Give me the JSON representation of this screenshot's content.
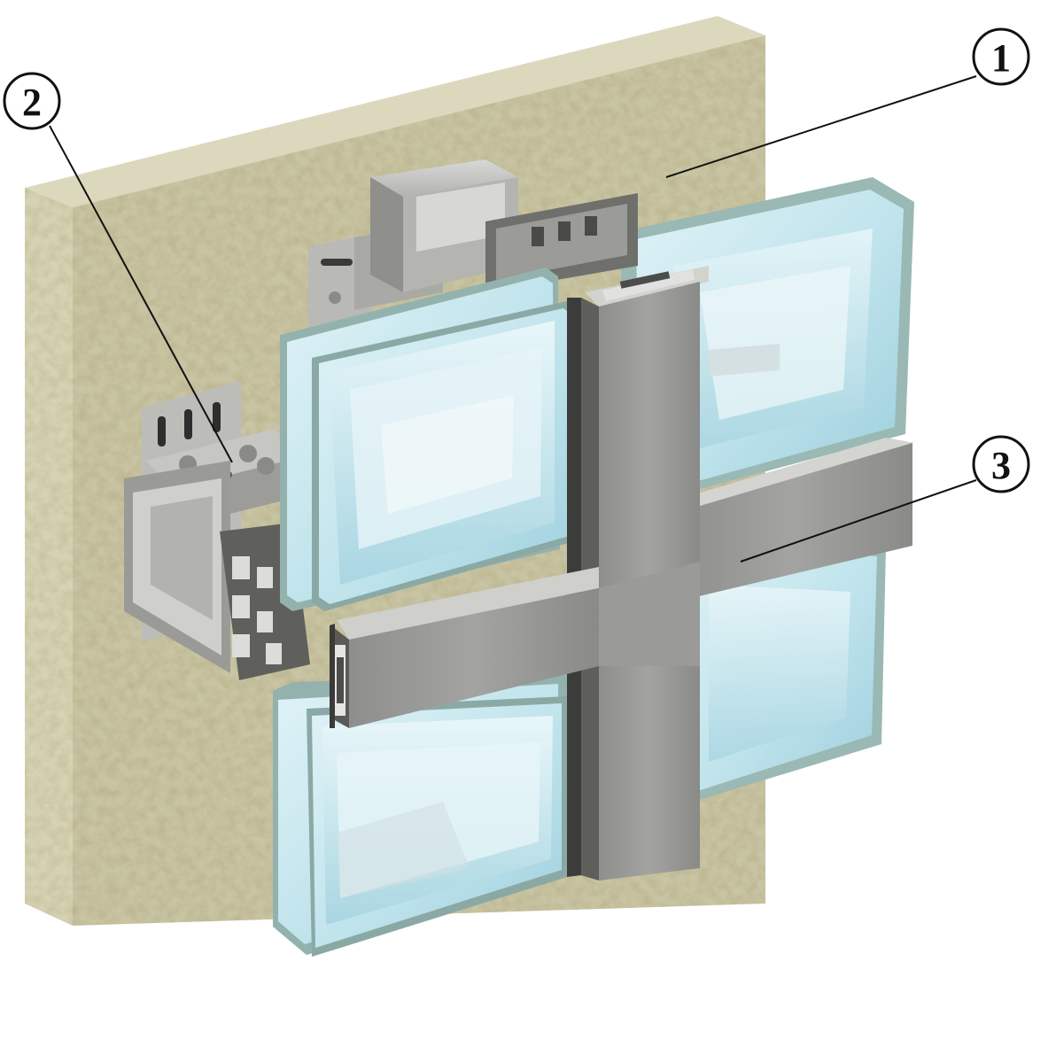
{
  "callouts": [
    {
      "id": "1",
      "label": "1"
    },
    {
      "id": "2",
      "label": "2"
    },
    {
      "id": "3",
      "label": "3"
    }
  ],
  "colors": {
    "background": "#ffffff",
    "wall_face": "#cbc6a6",
    "wall_side": "#b0ab8a",
    "wall_top": "#dcd8bd",
    "aluminium": "#9b9b99",
    "aluminium_light": "#c4c4c2",
    "aluminium_dark": "#6f6f6d",
    "glass": "#bfe3ec",
    "glass_deep": "#7fb8c9",
    "glass_edge": "#9ab8b4",
    "callout_stroke": "#111111"
  }
}
